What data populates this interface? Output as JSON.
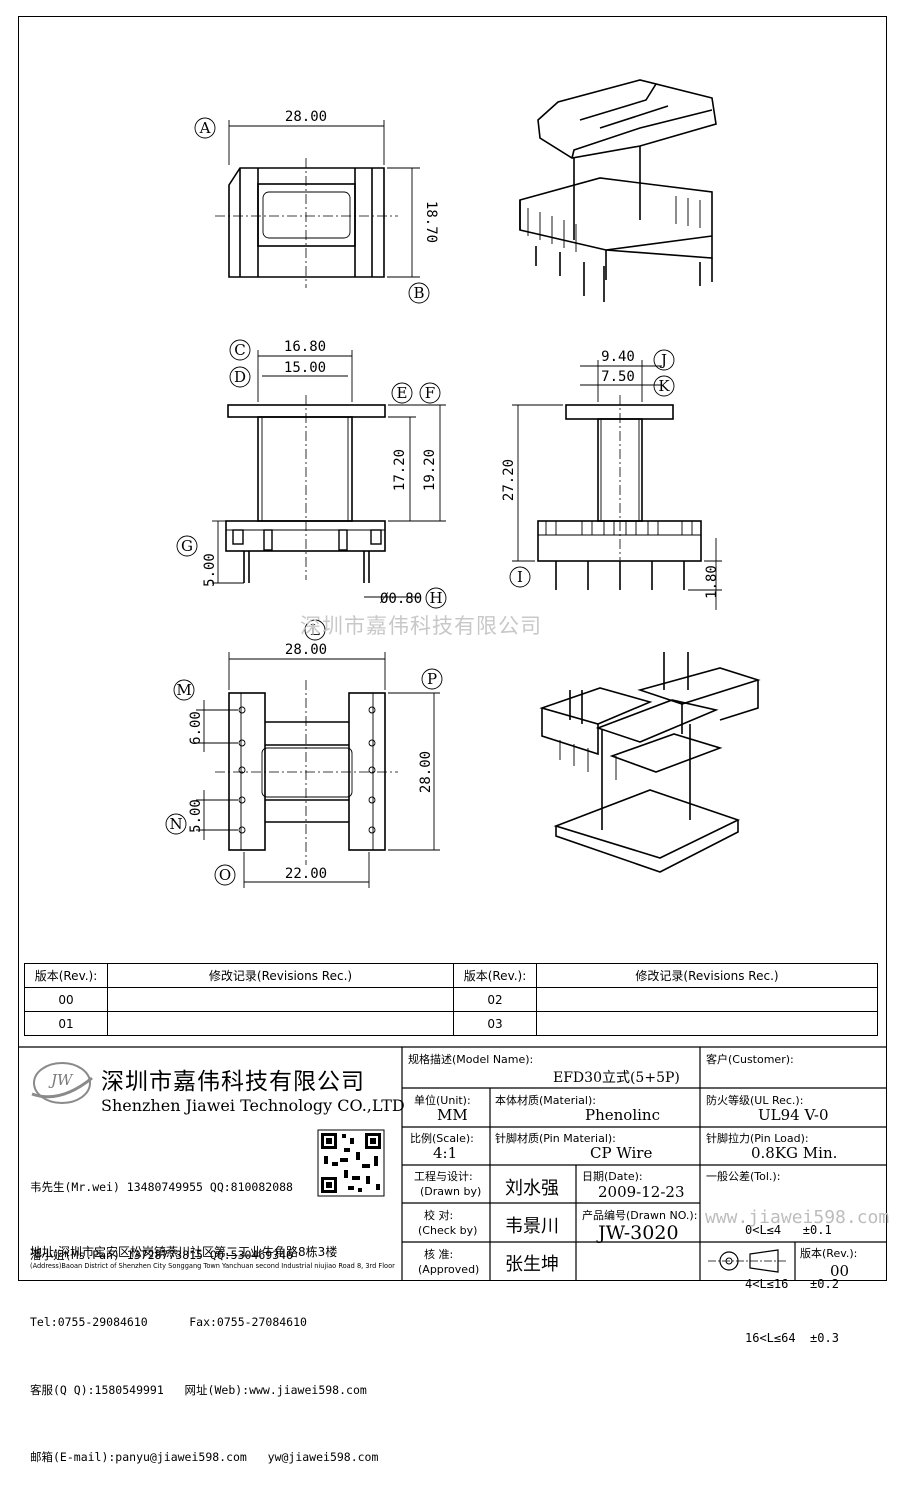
{
  "dims": {
    "top_width": "28.00",
    "top_height": "18.70",
    "front_outer": "16.80",
    "front_inner": "15.00",
    "front_h1": "17.20",
    "front_h2": "19.20",
    "front_pin": "5.00",
    "front_pin_dia": "Ø0.80",
    "side_outer": "9.40",
    "side_inner": "7.50",
    "side_h": "27.20",
    "side_pin": "1.80",
    "bottom_width": "28.00",
    "bottom_pitch1": "6.00",
    "bottom_pitch2": "5.00",
    "bottom_height": "28.00",
    "bottom_span": "22.00"
  },
  "labels": [
    "A",
    "B",
    "C",
    "D",
    "E",
    "F",
    "G",
    "H",
    "I",
    "J",
    "K",
    "L",
    "M",
    "N",
    "O",
    "P"
  ],
  "watermark": "深圳市嘉伟科技有限公司",
  "watermark_url": "www.jiawei598.com",
  "revisions": {
    "rev_header": "版本(Rev.):",
    "rec_header": "修改记录(Revisions Rec.)",
    "rows": [
      {
        "left": "00",
        "right": "02"
      },
      {
        "left": "01",
        "right": "03"
      }
    ]
  },
  "company": {
    "logo": "JW",
    "name_cn": "深圳市嘉伟科技有限公司",
    "name_en": "Shenzhen Jiawei Technology CO.,LTD",
    "contacts": [
      "韦先生(Mr.wei) 13480749955 QQ:810082088",
      "潘小姐(Ms.Pan) 13728773815 QQ:530469346",
      "Tel:0755-29084610      Fax:0755-27084610",
      "客服(Q Q):1580549991   网址(Web):www.jiawei598.com",
      "邮箱(E-mail):panyu@jiawei598.com   yw@jiawei598.com"
    ],
    "address_cn": "地址:深圳市宝安区松岗镇燕川社区第二工业牛角路8栋3楼",
    "address_en": "(Address)Baoan District of Shenzhen City Songgang Town Yanchuan  second Industrial niujiao Road 8, 3rd Floor"
  },
  "title_block": {
    "model_label": "规格描述(Model Name):",
    "model_value": "EFD30立式(5+5P)",
    "customer_label": "客户(Customer):",
    "unit_label": "单位(Unit):",
    "unit_value": "MM",
    "material_label": "本体材质(Material):",
    "material_value": "Phenolinc",
    "ul_label": "防火等级(UL Rec.):",
    "ul_value": "UL94 V-0",
    "scale_label": "比例(Scale):",
    "scale_value": "4:1",
    "pin_mat_label": "针脚材质(Pin Material):",
    "pin_mat_value": "CP Wire",
    "pin_load_label": "针脚拉力(Pin Load):",
    "pin_load_value": "0.8KG Min.",
    "drawn_label": "工程与设计:",
    "drawn_label2": "(Drawn by)",
    "drawn_value": "刘水强",
    "date_label": "日期(Date):",
    "date_value": "2009-12-23",
    "tol_label": "一般公差(Tol.):",
    "tol_rows": [
      "0<L≤4   ±0.1",
      "4<L≤16   ±0.2",
      "16<L≤64  ±0.3"
    ],
    "check_label": "校  对:",
    "check_label2": "(Check by)",
    "check_value": "韦景川",
    "drawn_no_label": "产品编号(Drawn NO.):",
    "drawn_no_value": "JW-3020",
    "approved_label": "核  准:",
    "approved_label2": "(Approved)",
    "approved_value": "张生坤",
    "rev_label": "版本(Rev.):",
    "rev_value": "00"
  }
}
